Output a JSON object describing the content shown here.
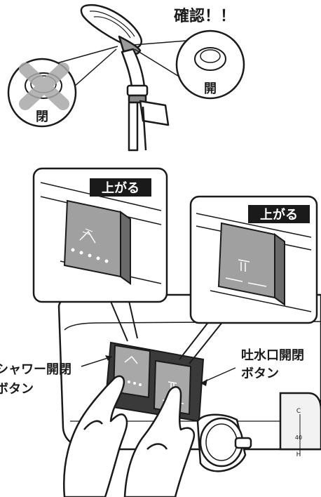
{
  "top": {
    "confirm_label": "確認！！",
    "closed_label": "閉",
    "open_label": "開"
  },
  "panel_left": {
    "tag": "上がる"
  },
  "panel_right": {
    "tag": "上がる"
  },
  "callouts": {
    "shower_line1": "シャワー開閉",
    "shower_line2": "ボタン",
    "spout_line1": "吐水口開閉",
    "spout_line2": "ボタン"
  },
  "dial_label": "40",
  "dial_marks": [
    "C",
    "H"
  ]
}
